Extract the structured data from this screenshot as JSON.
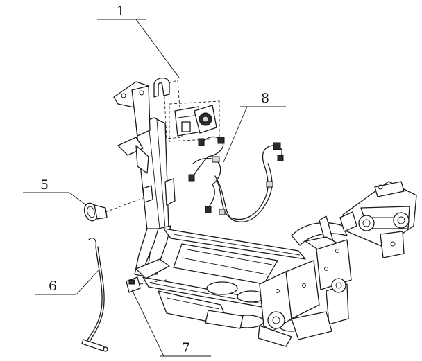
{
  "callouts": [
    {
      "id": "c1",
      "text": "1"
    },
    {
      "id": "c5",
      "text": "5"
    },
    {
      "id": "c6",
      "text": "6"
    },
    {
      "id": "c7",
      "text": "7"
    },
    {
      "id": "c8",
      "text": "8"
    }
  ]
}
